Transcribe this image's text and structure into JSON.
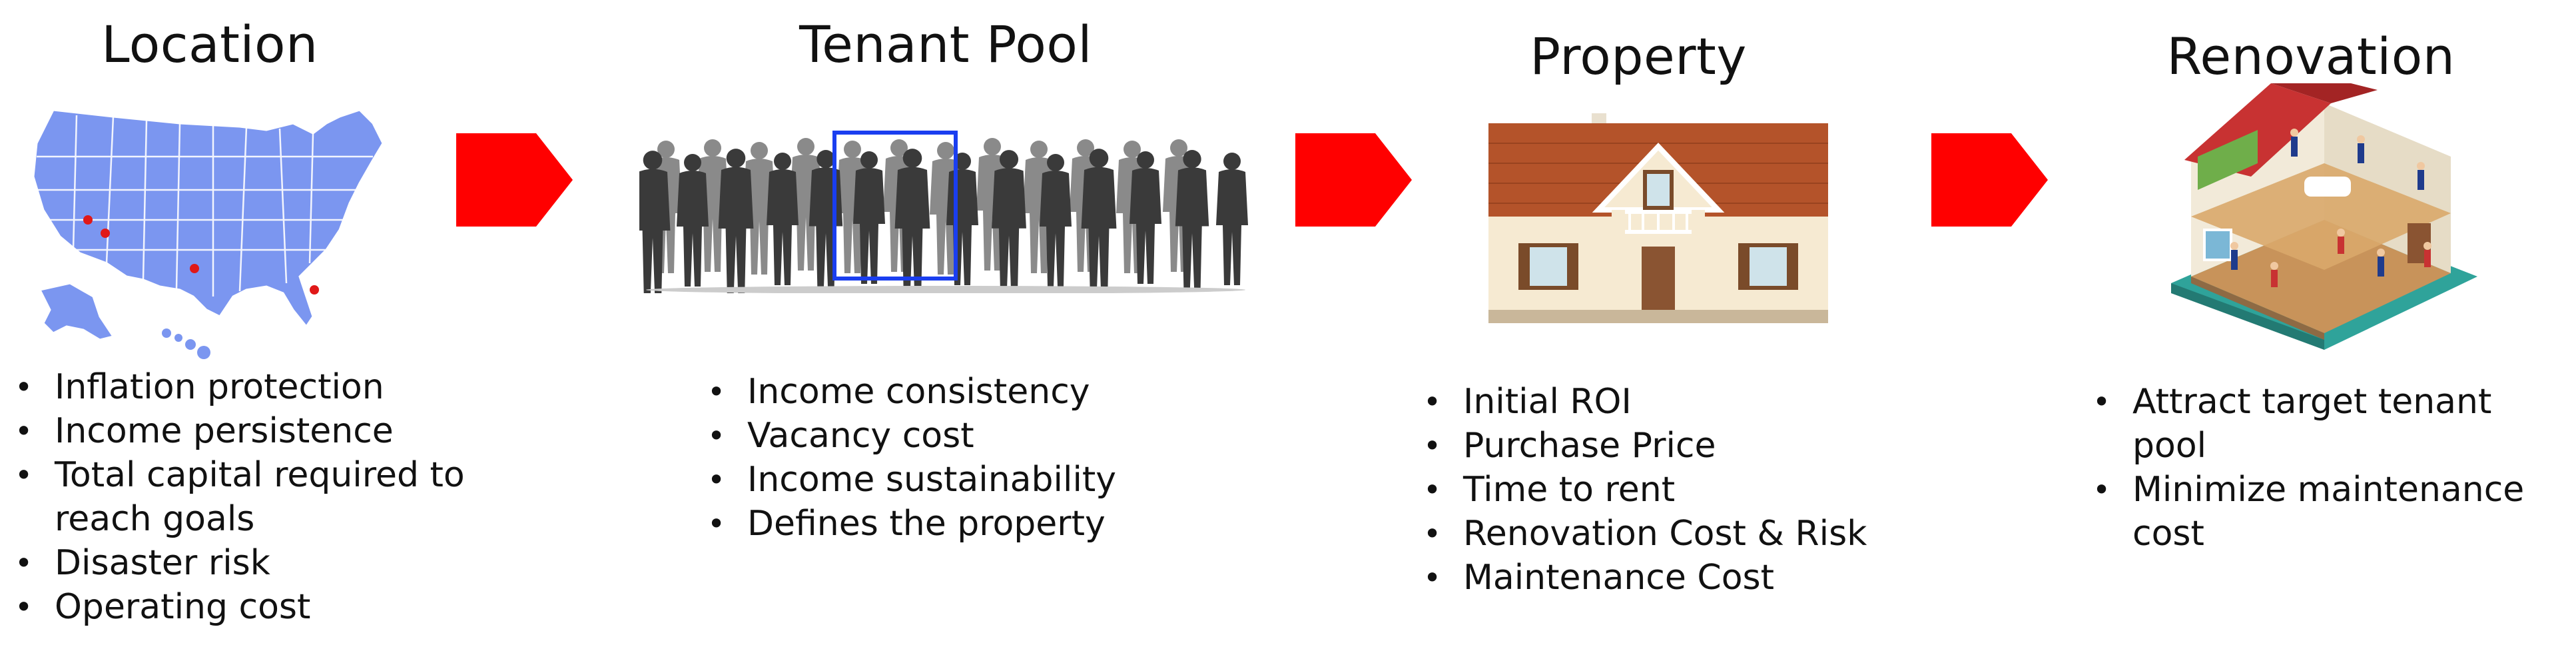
{
  "stages": [
    {
      "title": "Location",
      "icon": "us-map-icon",
      "bullets": [
        "Inflation protection",
        "Income persistence",
        "Total capital required to reach goals",
        "Disaster risk",
        "Operating cost"
      ]
    },
    {
      "title": "Tenant Pool",
      "icon": "crowd-silhouette-icon",
      "bullets": [
        "Income consistency",
        "Vacancy cost",
        "Income sustainability",
        "Defines the property"
      ]
    },
    {
      "title": "Property",
      "icon": "house-icon",
      "bullets": [
        "Initial ROI",
        "Purchase Price",
        "Time to rent",
        "Renovation Cost & Risk",
        "Maintenance Cost"
      ]
    },
    {
      "title": "Renovation",
      "icon": "renovation-house-icon",
      "bullets": [
        "Attract target tenant pool",
        "Minimize maintenance cost"
      ]
    }
  ],
  "colors": {
    "arrow": "#ff0000",
    "map": "#7b96f0",
    "map_marker": "#e01818",
    "selection": "#1a3ef0",
    "roof": "#b4532a",
    "wall": "#f6ead2"
  }
}
